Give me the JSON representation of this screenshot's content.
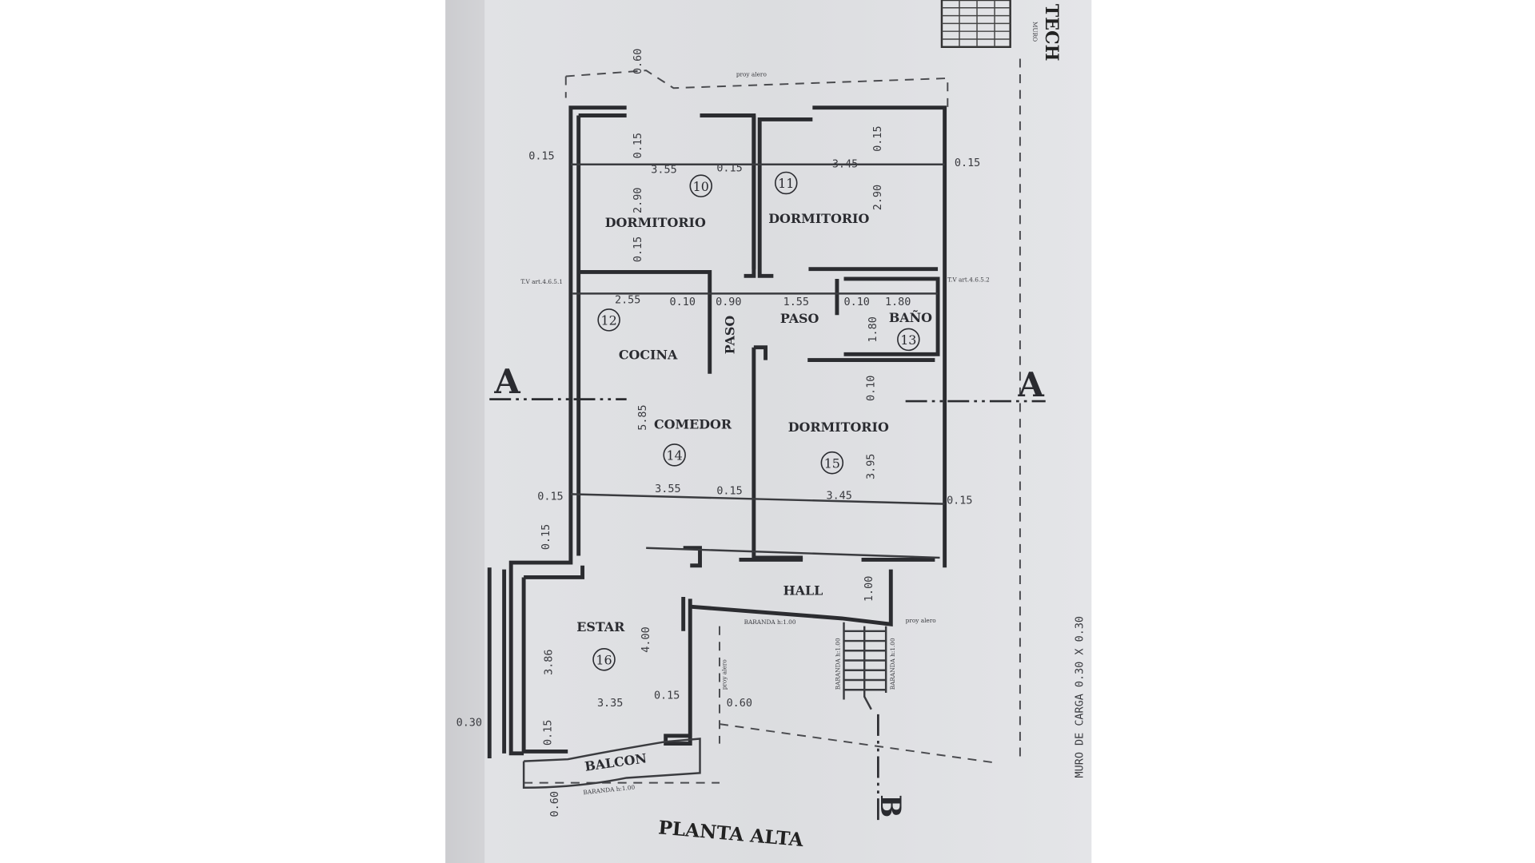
{
  "colors": {
    "paper": "#d9dadd",
    "ink": "#2b2c30",
    "background": "#ffffff"
  },
  "title": "PLANTA ALTA",
  "section_markers": {
    "a_left": "A",
    "a_right": "A",
    "b": "B"
  },
  "top_right_labels": {
    "muro": "MURO",
    "techo": "TECH"
  },
  "rooms": [
    {
      "name": "DORMITORIO",
      "number": "10"
    },
    {
      "name": "DORMITORIO",
      "number": "11"
    },
    {
      "name": "COCINA",
      "number": "12"
    },
    {
      "name": "BAÑO",
      "number": "13"
    },
    {
      "name": "COMEDOR",
      "number": "14"
    },
    {
      "name": "DORMITORIO",
      "number": "15"
    },
    {
      "name": "ESTAR",
      "number": "16"
    }
  ],
  "spaces": {
    "paso_vertical": "PASO",
    "paso": "PASO",
    "hall": "HALL",
    "balcon": "BALCON"
  },
  "notes": {
    "proy_alero_top": "proy alero",
    "proy_alero_right": "proy alero",
    "proy_alero_vertical": "proy alero",
    "tv_left": "T.V art.4.6.5.1",
    "tv_right": "T.V art.4.6.5.2",
    "baranda_hall": "BARANDA h:1.00",
    "baranda_stair_left": "BARANDA h:1.00",
    "baranda_stair_right": "BARANDA h:1.00",
    "baranda_balcon": "BARANDA h:1.00",
    "muro_carga": "MURO DE CARGA 0.30 X 0.30"
  },
  "dimensions": [
    "0.60",
    "0.15",
    "0.15",
    "3.55",
    "0.15",
    "3.45",
    "0.15",
    "0.15",
    "2.90",
    "2.90",
    "0.15",
    "2.55",
    "0.10",
    "0.90",
    "1.55",
    "0.10",
    "1.80",
    "1.80",
    "0.10",
    "5.85",
    "3.95",
    "0.15",
    "3.55",
    "0.15",
    "3.45",
    "0.15",
    "0.15",
    "1.00",
    "4.00",
    "3.86",
    "3.35",
    "0.15",
    "0.60",
    "0.30",
    "0.15",
    "0.60"
  ]
}
